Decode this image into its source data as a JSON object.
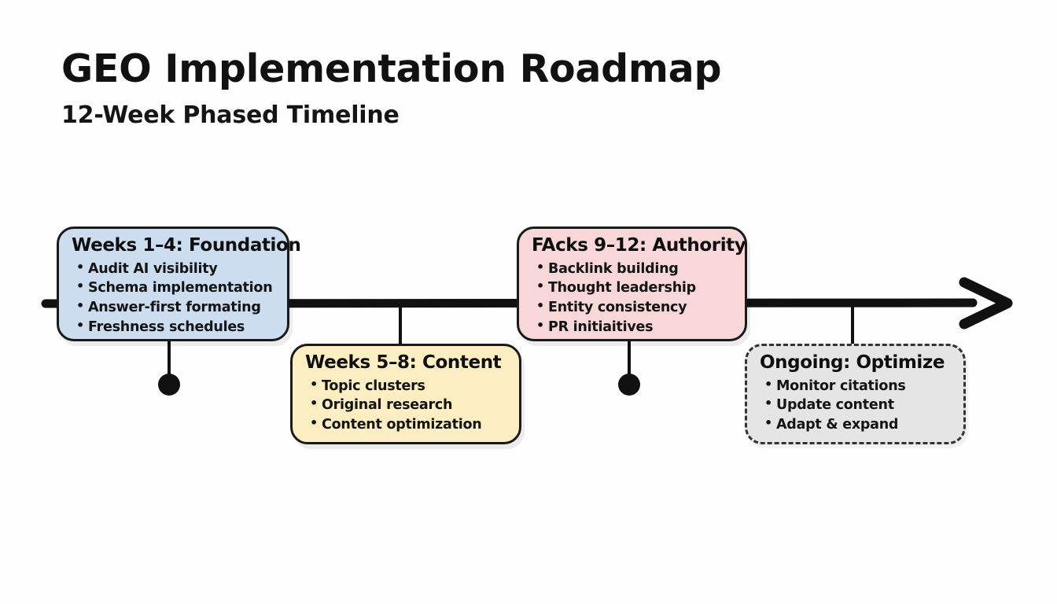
{
  "header": {
    "title": "GEO Implementation Roadmap",
    "subtitle": "12-Week Phased Timeline"
  },
  "timeline": {
    "axis_name": "horizontal-timeline-arrow",
    "direction": "left-to-right",
    "arrow_end": "right",
    "line_color": "#111111"
  },
  "phases": [
    {
      "id": "foundation",
      "title": "Weeks 1–4: Foundation",
      "fill": "#ccddf0",
      "border_style": "solid",
      "position": "above-axis",
      "items": [
        "Audit AI visibility",
        "Schema implementation",
        "Answer-first formating",
        "Freshness schedules"
      ]
    },
    {
      "id": "content",
      "title": "Weeks 5–8: Content",
      "fill": "#faeec2",
      "border_style": "solid",
      "position": "below-axis",
      "items": [
        "Topic clusters",
        "Original research",
        "Content optimization"
      ]
    },
    {
      "id": "authority",
      "title": "FAcks 9–12: Authority",
      "fill": "#f7d7d7",
      "border_style": "solid",
      "position": "above-axis",
      "items": [
        "Backlink building",
        "Thought leadership",
        "Entity consistency",
        "PR initiaitives"
      ]
    },
    {
      "id": "ongoing",
      "title": "Ongoing: Optimize",
      "fill": "#e5e5e5",
      "border_style": "dashed",
      "position": "below-axis",
      "items": [
        "Monitor citations",
        "Update content",
        "Adapt & expand"
      ]
    }
  ]
}
